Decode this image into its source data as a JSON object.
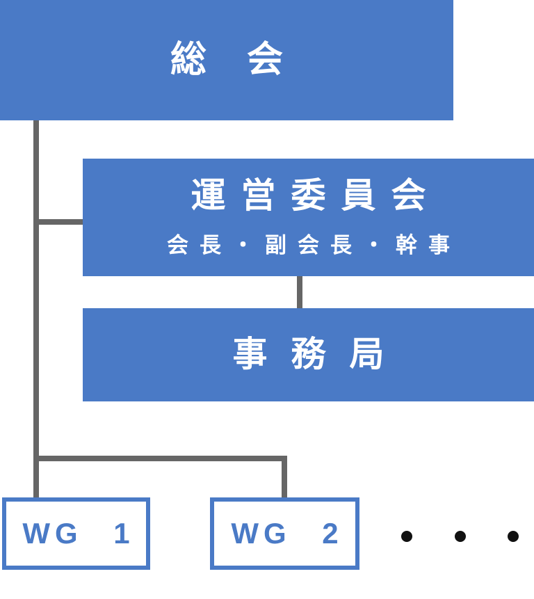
{
  "colors": {
    "box-blue": "#4a7ac6",
    "wg-blue": "#4a7ac6",
    "line-gray": "#666666",
    "text-white": "#ffffff",
    "dot-black": "#111111"
  },
  "org_chart": {
    "soukai": {
      "label": "総会"
    },
    "unei": {
      "label": "運営委員会",
      "sublabel": "会長・副会長・幹事"
    },
    "jimukyoku": {
      "label": "事務局"
    },
    "wg1": {
      "label": "WG 1"
    },
    "wg2": {
      "label": "WG 2"
    },
    "ellipsis": {
      "count": 3
    }
  }
}
